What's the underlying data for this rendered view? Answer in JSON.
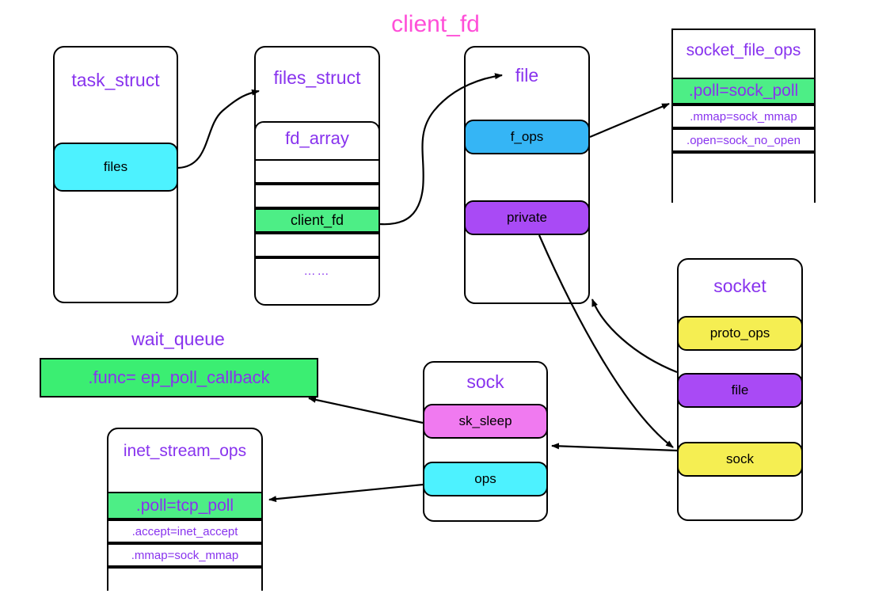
{
  "page": {
    "title": "client_fd",
    "title_color": "#FF4FD8",
    "background": "#ffffff"
  },
  "colors": {
    "struct_title": "#8833ee",
    "cyan": "#4DF2FF",
    "blue": "#35B5F5",
    "purple": "#A94AF5",
    "green_field": "#4DEE86",
    "green_bright": "#3BEE72",
    "yellow": "#F5EE52",
    "pink": "#F07AF0",
    "outline": "#000000"
  },
  "structs": {
    "task_struct": {
      "title": "task_struct",
      "fields": [
        {
          "label": "files",
          "color": "#4DF2FF"
        }
      ]
    },
    "files_struct": {
      "title": "files_struct",
      "subbox_title": "fd_array",
      "rows": [
        {
          "label": "",
          "highlight": false
        },
        {
          "label": "",
          "highlight": false
        },
        {
          "label": "client_fd",
          "highlight": true
        },
        {
          "label": "",
          "highlight": false
        },
        {
          "label": "……",
          "highlight": false
        }
      ]
    },
    "file": {
      "title": "file",
      "fields": [
        {
          "label": "f_ops",
          "color": "#35B5F5"
        },
        {
          "label": "private",
          "color": "#A94AF5"
        }
      ]
    },
    "socket_file_ops": {
      "title": "socket_file_ops",
      "rows": [
        {
          "label": ".poll=sock_poll",
          "highlight": true
        },
        {
          "label": ".mmap=sock_mmap",
          "highlight": false
        },
        {
          "label": ".open=sock_no_open",
          "highlight": false
        },
        {
          "label": "",
          "highlight": false
        }
      ]
    },
    "socket": {
      "title": "socket",
      "fields": [
        {
          "label": "proto_ops",
          "color": "#F5EE52"
        },
        {
          "label": "file",
          "color": "#A94AF5"
        },
        {
          "label": "sock",
          "color": "#F5EE52"
        }
      ]
    },
    "sock": {
      "title": "sock",
      "fields": [
        {
          "label": "sk_sleep",
          "color": "#F07AF0"
        },
        {
          "label": "ops",
          "color": "#4DF2FF"
        }
      ]
    },
    "wait_queue": {
      "title": "wait_queue",
      "entry": ".func= ep_poll_callback"
    },
    "inet_stream_ops": {
      "title": "inet_stream_ops",
      "rows": [
        {
          "label": "",
          "highlight": false
        },
        {
          "label": ".poll=tcp_poll",
          "highlight": true
        },
        {
          "label": ".accept=inet_accept",
          "highlight": false
        },
        {
          "label": ".mmap=sock_mmap",
          "highlight": false
        },
        {
          "label": "",
          "highlight": false
        }
      ]
    }
  },
  "arrows": [
    {
      "name": "files-to-files_struct",
      "from": "task_struct.files",
      "to": "files_struct"
    },
    {
      "name": "client_fd-to-file",
      "from": "files_struct.client_fd",
      "to": "file"
    },
    {
      "name": "f_ops-to-socket_file_ops",
      "from": "file.f_ops",
      "to": "socket_file_ops.poll"
    },
    {
      "name": "private-to-socket_sock",
      "from": "file.private",
      "to": "socket.sock"
    },
    {
      "name": "socket_file-to-file",
      "from": "socket.file",
      "to": "file"
    },
    {
      "name": "socket_sock-to-sock",
      "from": "socket.sock",
      "to": "sock"
    },
    {
      "name": "sk_sleep-to-wait_queue",
      "from": "sock.sk_sleep",
      "to": "wait_queue"
    },
    {
      "name": "ops-to-inet_stream_ops",
      "from": "sock.ops",
      "to": "inet_stream_ops.poll"
    }
  ]
}
